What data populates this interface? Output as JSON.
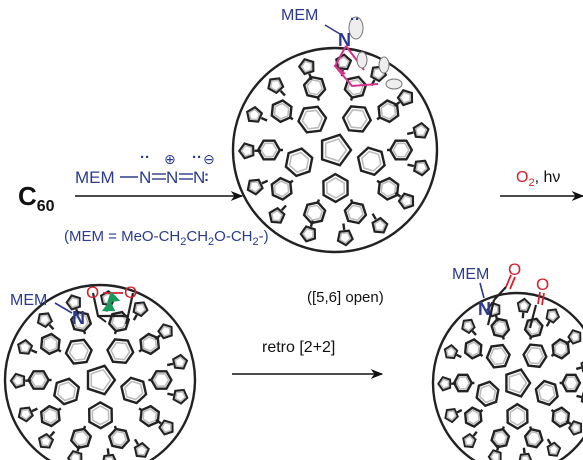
{
  "colors": {
    "reagent_blue": "#2b3a8f",
    "oxygen_red": "#d8202a",
    "orbital_magenta": "#d6338a",
    "arrow_green": "#1a9a5a",
    "bond_black": "#111111",
    "bond_gray": "#bdbdbd"
  },
  "start": {
    "c_letter": "C",
    "sub": "60"
  },
  "step1": {
    "reagent_prefix": "MEM",
    "reagent_n1": "N",
    "reagent_n2": "N",
    "reagent_n3": "N",
    "charge_plus": "⊕",
    "charge_minus": "⊖",
    "lone_pair": "··",
    "note_prefix": "(MEM = MeO-CH",
    "note_sub1": "2",
    "note_mid": "CH",
    "note_sub2": "2",
    "note_mid2": "O-CH",
    "note_sub3": "2",
    "note_suffix": "-)"
  },
  "intermediate1": {
    "mem": "MEM",
    "n": "N",
    "lone_pair": "··",
    "caption": "([5,6] open)"
  },
  "step2": {
    "reagent_o": "O",
    "reagent_sub": "2",
    "reagent_rest": ", hν"
  },
  "intermediate2": {
    "mem": "MEM",
    "n": "N",
    "o1": "O",
    "o2": "O"
  },
  "step3": {
    "label": "retro [2+2]"
  },
  "product": {
    "mem": "MEM",
    "n": "N",
    "o1": "O",
    "o2": "O"
  }
}
